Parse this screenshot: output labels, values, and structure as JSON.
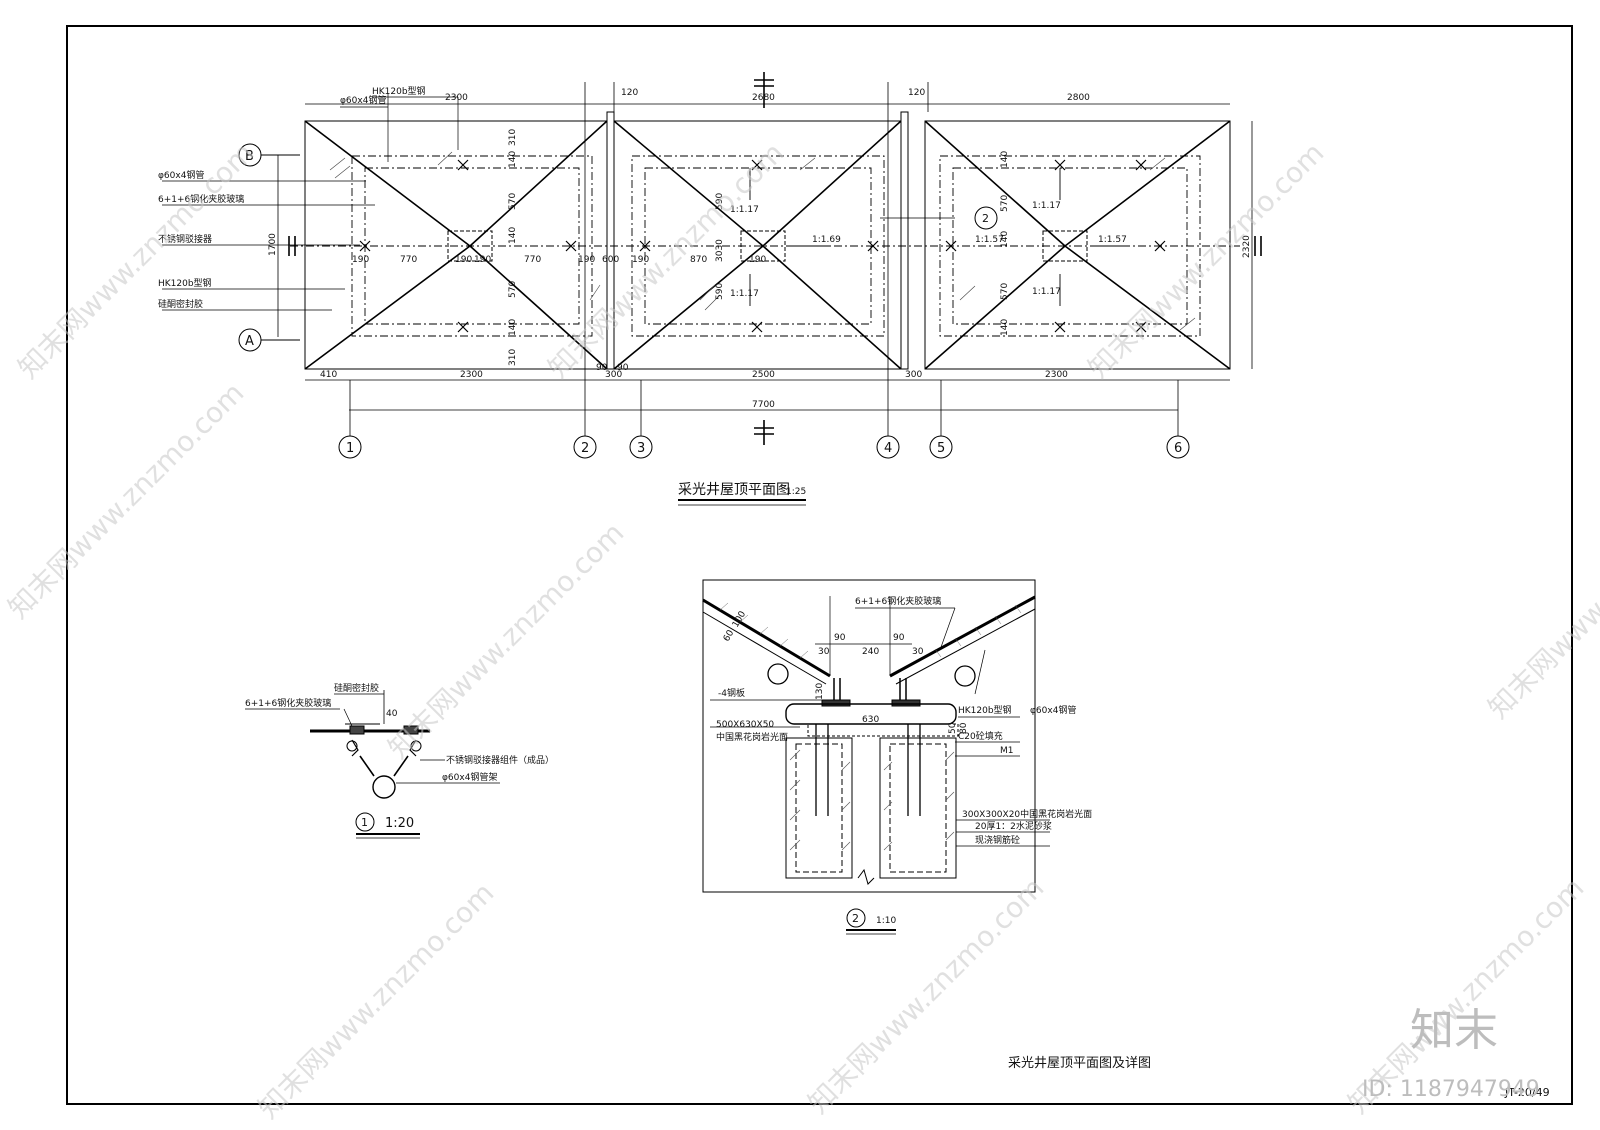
{
  "plan": {
    "title": "采光井屋顶平面图",
    "scale": "1:25",
    "callouts": [
      "HK120b型钢",
      "φ60x4钢管",
      "φ60x4钢管",
      "6+1+6钢化夹胶玻璃",
      "不锈钢驳接器",
      "HK120b型钢",
      "硅酮密封胶"
    ],
    "row_axes": [
      "B",
      "A"
    ],
    "column_axes": [
      "1",
      "2",
      "3",
      "4",
      "5",
      "6"
    ],
    "dim_top": [
      "2300",
      "120",
      "2680",
      "120",
      "2800"
    ],
    "dim_bottom": [
      "410",
      "2300",
      "300",
      "2500",
      "300",
      "2300"
    ],
    "dim_total": "7700",
    "dim_left": "1700",
    "dim_right": "2320",
    "dim_inner_horizontal": [
      "190",
      "770",
      "190",
      "190",
      "770",
      "190",
      "600",
      "190",
      "870",
      "190"
    ],
    "dim_inner_vertical": [
      "310",
      "140",
      "570",
      "140",
      "570",
      "140",
      "310"
    ],
    "dim_misc": [
      "90",
      "90",
      "590",
      "590",
      "3030",
      "140",
      "140",
      "570",
      "570",
      "140"
    ],
    "slopes": [
      "1:1.17",
      "1:1.69",
      "1:1.17",
      "1:1.17",
      "1:1.57",
      "1:1.57",
      "1:1.17"
    ],
    "detail_tag": "2"
  },
  "detail1": {
    "number": "1",
    "scale": "1:20",
    "labels": [
      "硅酮密封胶",
      "6+1+6钢化夹胶玻璃",
      "不锈钢驳接器组件（成品）",
      "φ60x4钢管架"
    ],
    "dim": "40"
  },
  "detail2": {
    "number": "2",
    "scale": "1:10",
    "labels": [
      "6+1+6钢化夹胶玻璃",
      "-4钢板",
      "500X630X50",
      "中国黑花岗岩光面",
      "HK120b型钢",
      "φ60x4钢管",
      "C20砼填充",
      "M1",
      "300X300X20中国黑花岗岩光面",
      "20厚1：2水泥砂浆",
      "现浇钢筋砼"
    ],
    "dims": [
      "60",
      "100",
      "90",
      "240",
      "90",
      "30",
      "30",
      "130",
      "630",
      "80",
      "50"
    ]
  },
  "sheet_title": "采光井屋顶平面图及详图",
  "sheet_number": "JT-20/49",
  "watermark": {
    "text": "知末网www.znzmo.com",
    "logo": "知末",
    "id": "ID: 1187947949"
  }
}
